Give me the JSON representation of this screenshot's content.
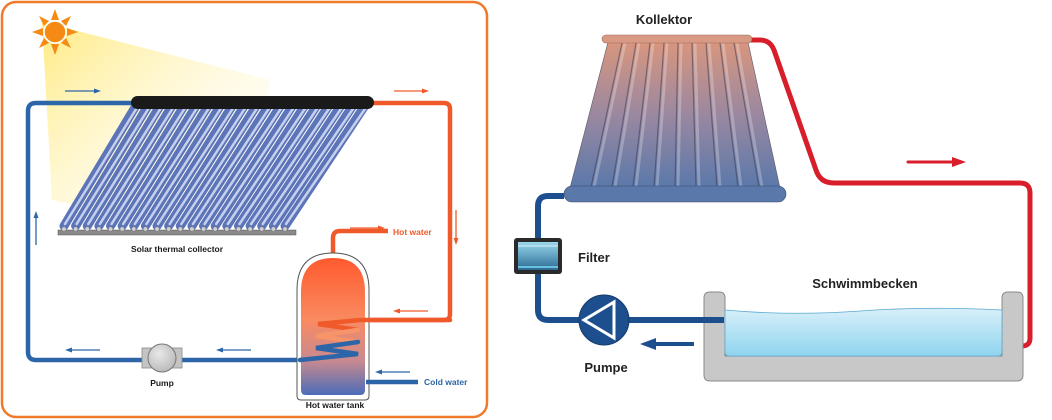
{
  "left_diagram": {
    "title": "Solar water heating circuit",
    "labels": {
      "collector": "Solar thermal collector",
      "hot_water": "Hot water",
      "cold_water": "Cold water",
      "pump": "Pump",
      "tank": "Hot water tank"
    },
    "tube_count": 20,
    "colors": {
      "frame": "#f07a2a",
      "hot_pipe": "#f05a2a",
      "cold_pipe": "#2c66a8",
      "sun": "#f58a14",
      "sun_beam": "#fff3a8",
      "tube": "#6f86c4",
      "tank_top": "#ff6a3a",
      "tank_bottom": "#4f72b8"
    },
    "icons": [
      "sun-icon",
      "flow-arrow-icon",
      "pump-icon",
      "coil-icon"
    ]
  },
  "right_diagram": {
    "title": "Pool solar heating circuit",
    "labels": {
      "collector": "Kollektor",
      "filter": "Filter",
      "pump": "Pumpe",
      "pool": "Schwimmbecken"
    },
    "stripe_count": 10,
    "colors": {
      "hot_pipe": "#d81e2a",
      "cold_pipe": "#1d4f8f",
      "collector_top": "#d89a84",
      "collector_bottom": "#5a78a8",
      "pool_wall": "#c8c8c8",
      "water": "#bfe6f4"
    },
    "icons": [
      "flow-arrow-icon",
      "pump-icon",
      "filter-icon"
    ]
  }
}
